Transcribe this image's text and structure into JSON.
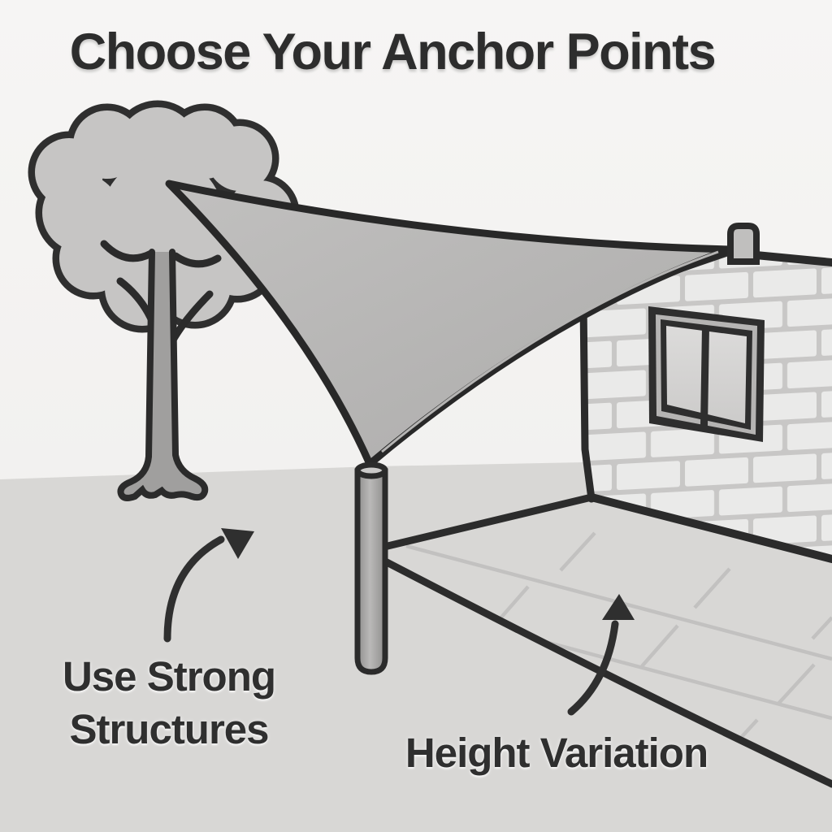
{
  "title": "Choose Your Anchor Points",
  "annotations": {
    "left_label_line1": "Use Strong",
    "left_label_line2": "Structures",
    "right_label": "Height Variation"
  },
  "scene": {
    "description": "Grayscale illustration of a triangular shade sail anchored at three points: a tree canopy, a wall-mounted post on a brick wall, and a free-standing pole on a patio edge"
  },
  "colors": {
    "sky": "#f4f3f2",
    "ground": "#d8d7d5",
    "sail": "#b6b5b4",
    "tree_canopy": "#c6c5c4",
    "tree_trunk": "#a09f9e",
    "pole": "#a9a8a7",
    "brick": "#eaeae9",
    "mortar": "#c8c7c6",
    "outline": "#2b2b2b",
    "text": "#2f2f2f"
  }
}
